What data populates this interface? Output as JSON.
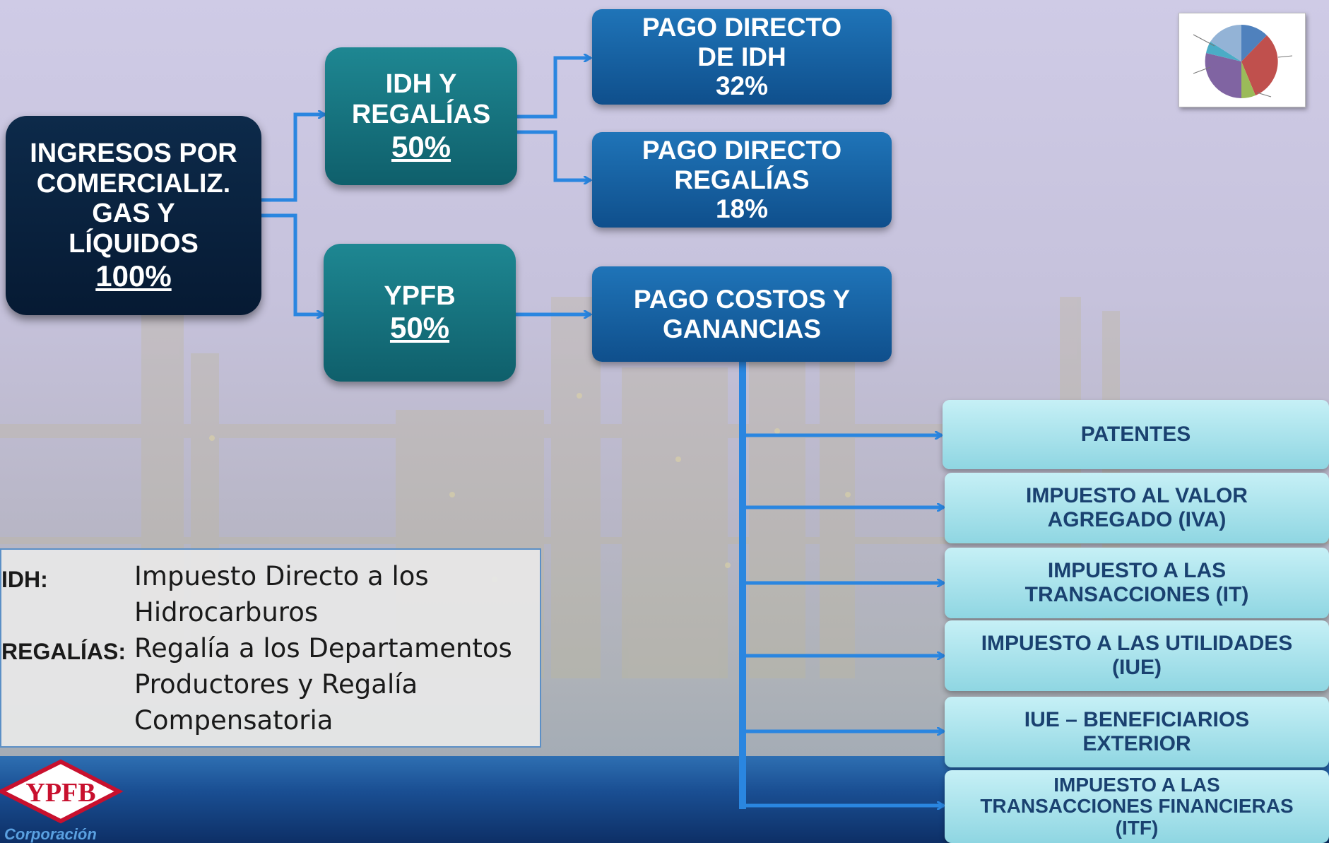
{
  "root": {
    "lines": [
      "INGRESOS POR",
      "COMERCIALIZ.",
      "GAS  Y",
      "LÍQUIDOS"
    ],
    "pct": "100%"
  },
  "idh_regalias": {
    "lines": [
      "IDH Y",
      "REGALÍAS"
    ],
    "pct": "50%"
  },
  "ypfb": {
    "lines": [
      "YPFB"
    ],
    "pct": "50%"
  },
  "pago_idh": {
    "lines": [
      "PAGO DIRECTO",
      "DE IDH",
      "32%"
    ]
  },
  "pago_regalias": {
    "lines": [
      "PAGO DIRECTO",
      "REGALÍAS",
      "18%"
    ]
  },
  "pago_costos": {
    "lines": [
      "PAGO COSTOS Y",
      "GANANCIAS"
    ]
  },
  "taxes": [
    {
      "lines": [
        "PATENTES"
      ]
    },
    {
      "lines": [
        "IMPUESTO AL VALOR",
        "AGREGADO (IVA)"
      ]
    },
    {
      "lines": [
        "IMPUESTO A LAS",
        "TRANSACCIONES (IT)"
      ]
    },
    {
      "lines": [
        "IMPUESTO A LAS UTILIDADES",
        "(IUE)"
      ]
    },
    {
      "lines": [
        "IUE – BENEFICIARIOS",
        "EXTERIOR"
      ]
    },
    {
      "lines": [
        "IMPUESTO A LAS",
        "TRANSACCIONES FINANCIERAS",
        "(ITF)"
      ]
    }
  ],
  "legend": {
    "idh_key": "IDH:",
    "idh_desc": [
      "Impuesto Directo a los",
      "Hidrocarburos"
    ],
    "reg_key": "REGALÍAS:",
    "reg_desc": [
      "Regalía a los Departamentos",
      "Productores y Regalía",
      "Compensatoria"
    ]
  },
  "logo": {
    "text": "YPFB",
    "subtitle": "Corporación"
  },
  "colors": {
    "navy": "#061a33",
    "teal": "#0f5f6b",
    "blue": "#0f4f8c",
    "light": "#8fd6e2",
    "arrow": "#2a86e0"
  }
}
